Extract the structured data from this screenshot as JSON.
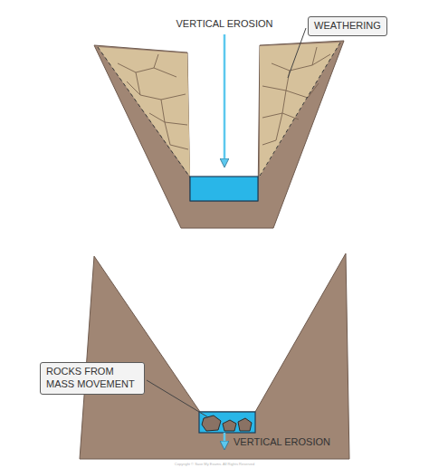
{
  "diagram": {
    "nodes": [
      {
        "text": [
          "WEATHERING"
        ]
      },
      {
        "text": [
          "ROCKS FROM MASS MOVEMENT"
        ]
      }
    ],
    "labels": [
      "VERTICAL EROSION",
      "VERTICAL EROSION",
      "Copyright © Save My Exams. All Rights Reserved"
    ]
  }
}
